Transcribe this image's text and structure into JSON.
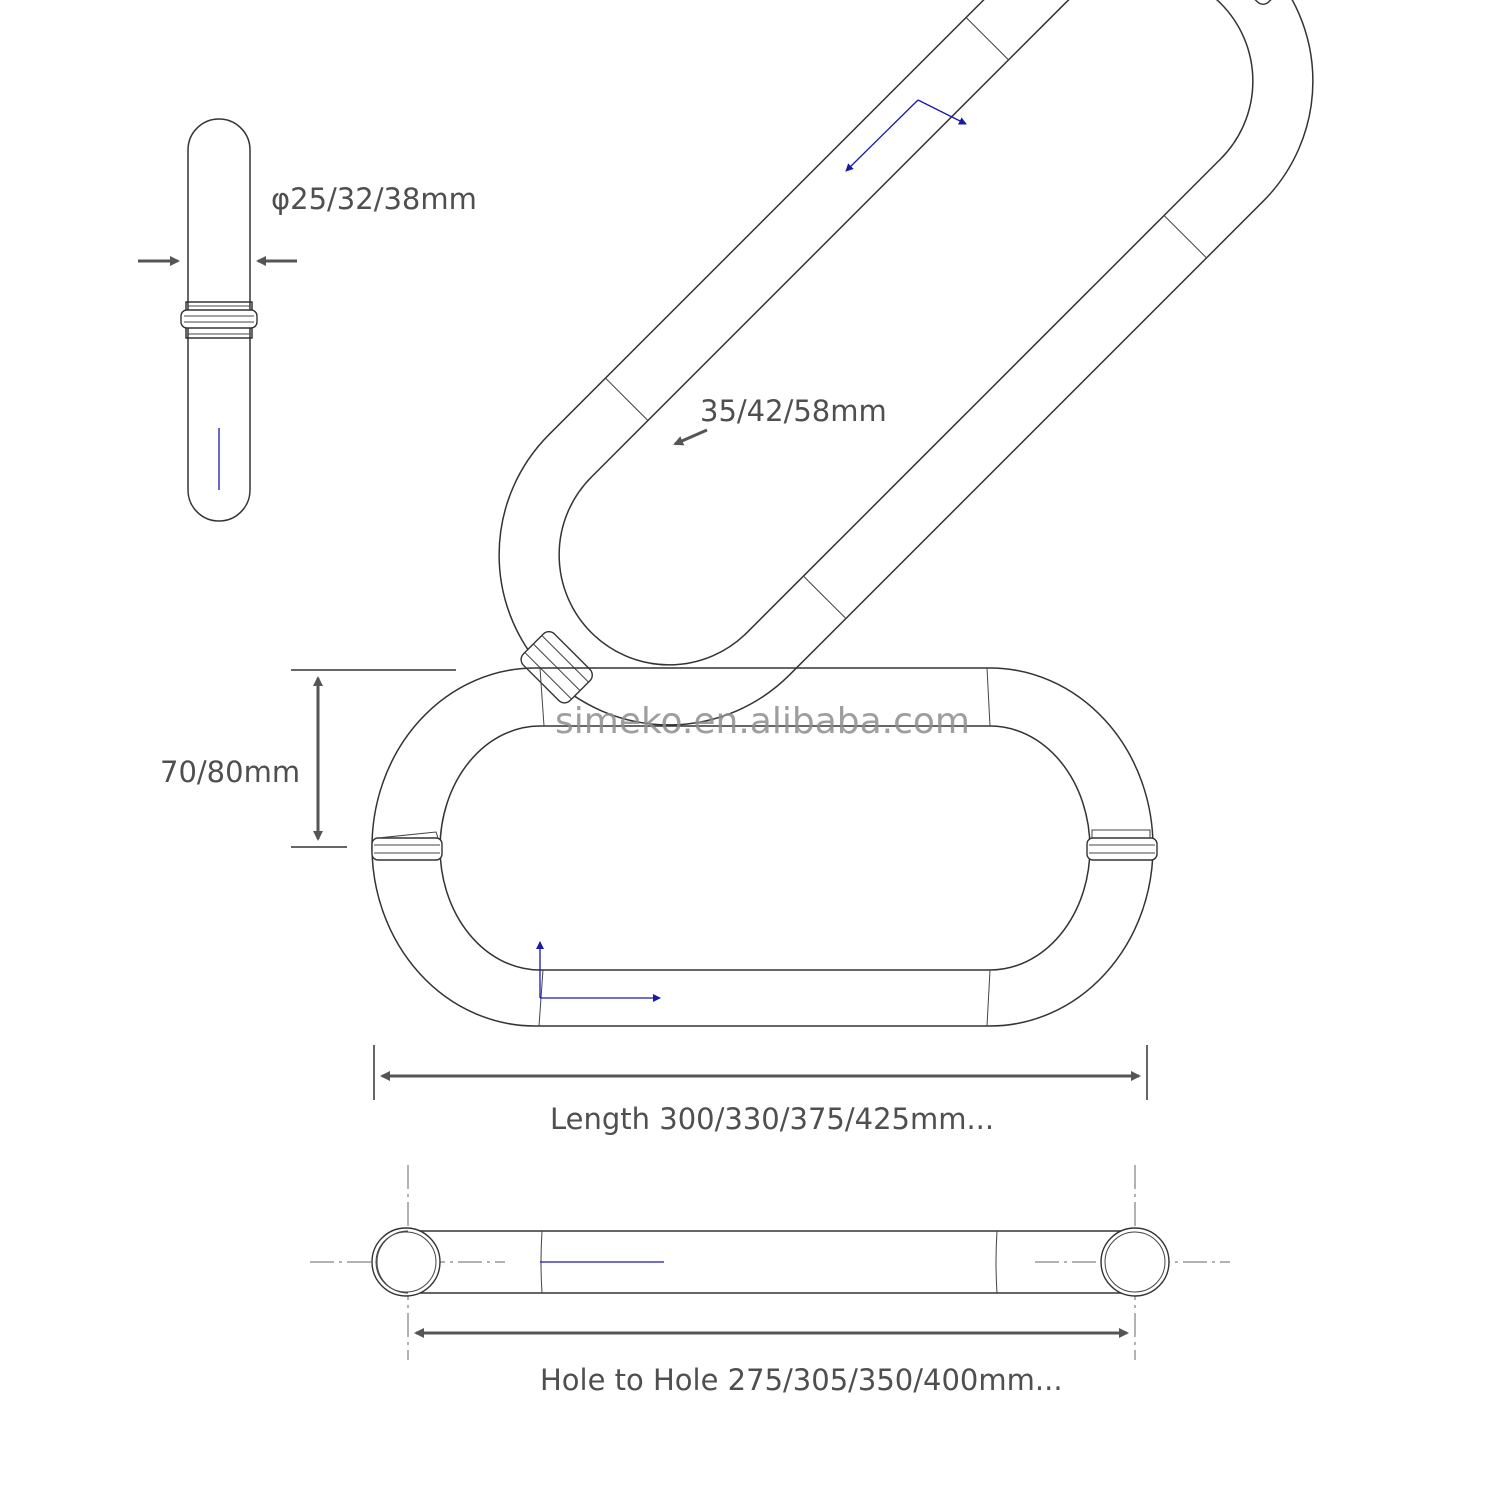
{
  "labels": {
    "diameter": "φ25/32/38mm",
    "inner_radius": "35/42/58mm",
    "height": "70/80mm",
    "length": "Length 300/330/375/425mm...",
    "hole_to_hole": "Hole to Hole 275/305/350/400mm..."
  },
  "watermark": "simeko.en.alibaba.com",
  "colors": {
    "line": "#333333",
    "dimension": "#555555",
    "axis": "#1a1aa8",
    "text": "#4f4f4f"
  }
}
